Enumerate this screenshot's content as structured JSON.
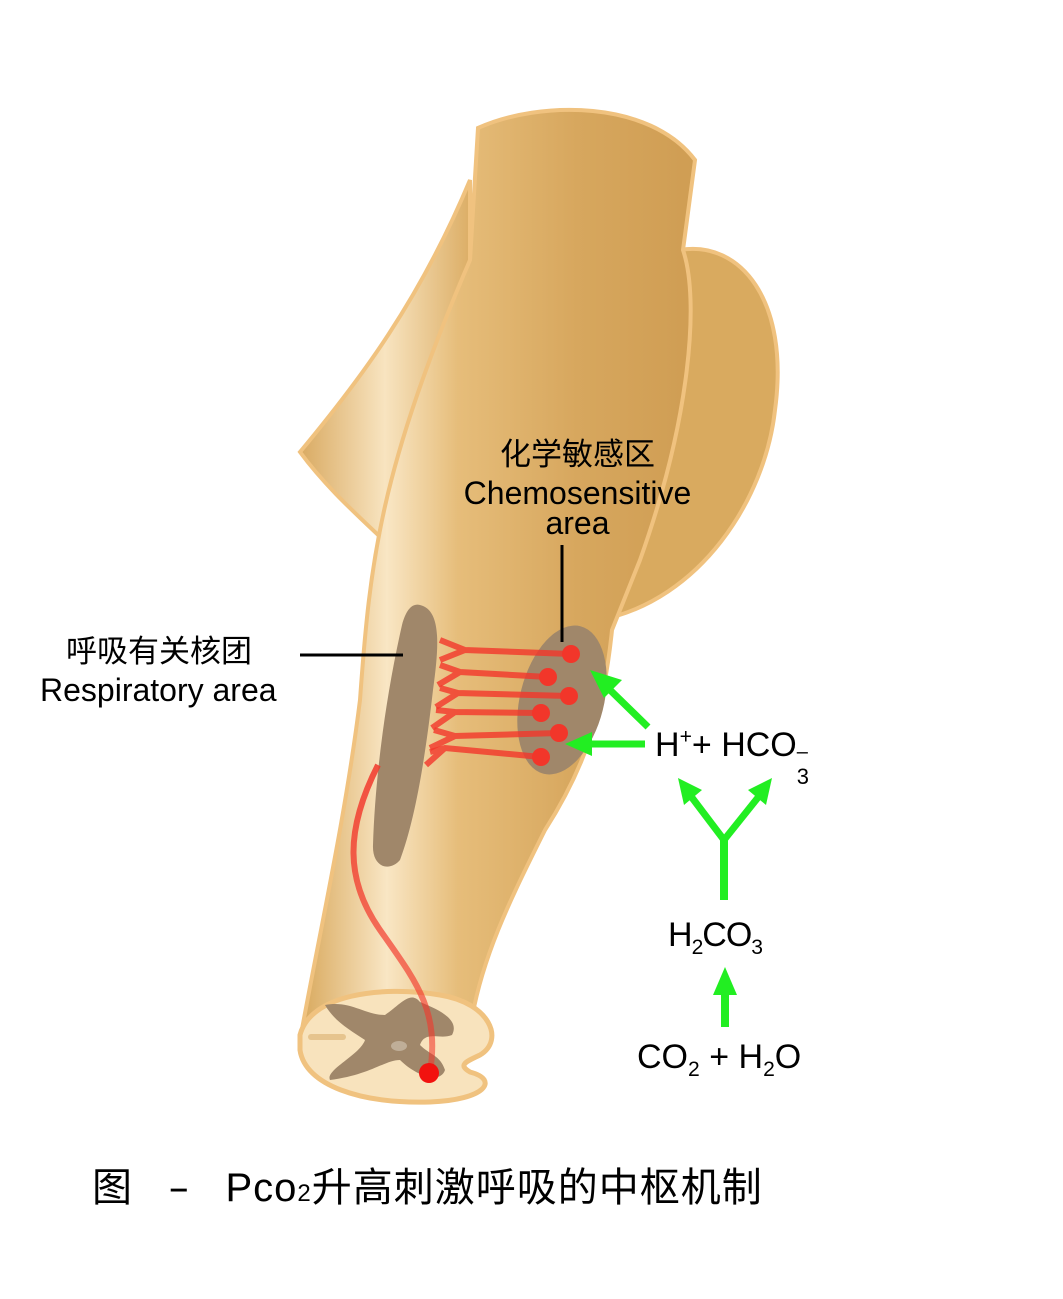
{
  "figure": {
    "caption": {
      "prefix": "图",
      "dash": "–",
      "pco_main": "Pco",
      "pco_sub": "2",
      "text": "升高刺激呼吸的中枢机制"
    },
    "labels": {
      "chemosensitive": {
        "zh": "化学敏感区",
        "en_line1": "Chemosensitive",
        "en_line2": "area"
      },
      "respiratory": {
        "zh": "呼吸有关核团",
        "en": "Respiratory area"
      }
    },
    "reaction": {
      "ions": {
        "h": "H",
        "h_sup": "+",
        "plus": "+",
        "hco": "HCO",
        "hco_sup": "–",
        "hco_sub": "3"
      },
      "carbonic_acid": {
        "h": "H",
        "h_sub": "2",
        "co": "CO",
        "co_sub": "3"
      },
      "reactants": {
        "co": "CO",
        "co_sub": "2",
        "plus": "+",
        "h": "H",
        "h_sub": "2",
        "o": "O"
      }
    },
    "colors": {
      "brainstem": "#d9aa5f",
      "brainstem_highlight": "#fbe9c8",
      "outline": "#f0c27f",
      "nucleus": "#a0876a",
      "neuron": "#f2362a",
      "arrow": "#22ee22",
      "text": "#000000"
    }
  }
}
